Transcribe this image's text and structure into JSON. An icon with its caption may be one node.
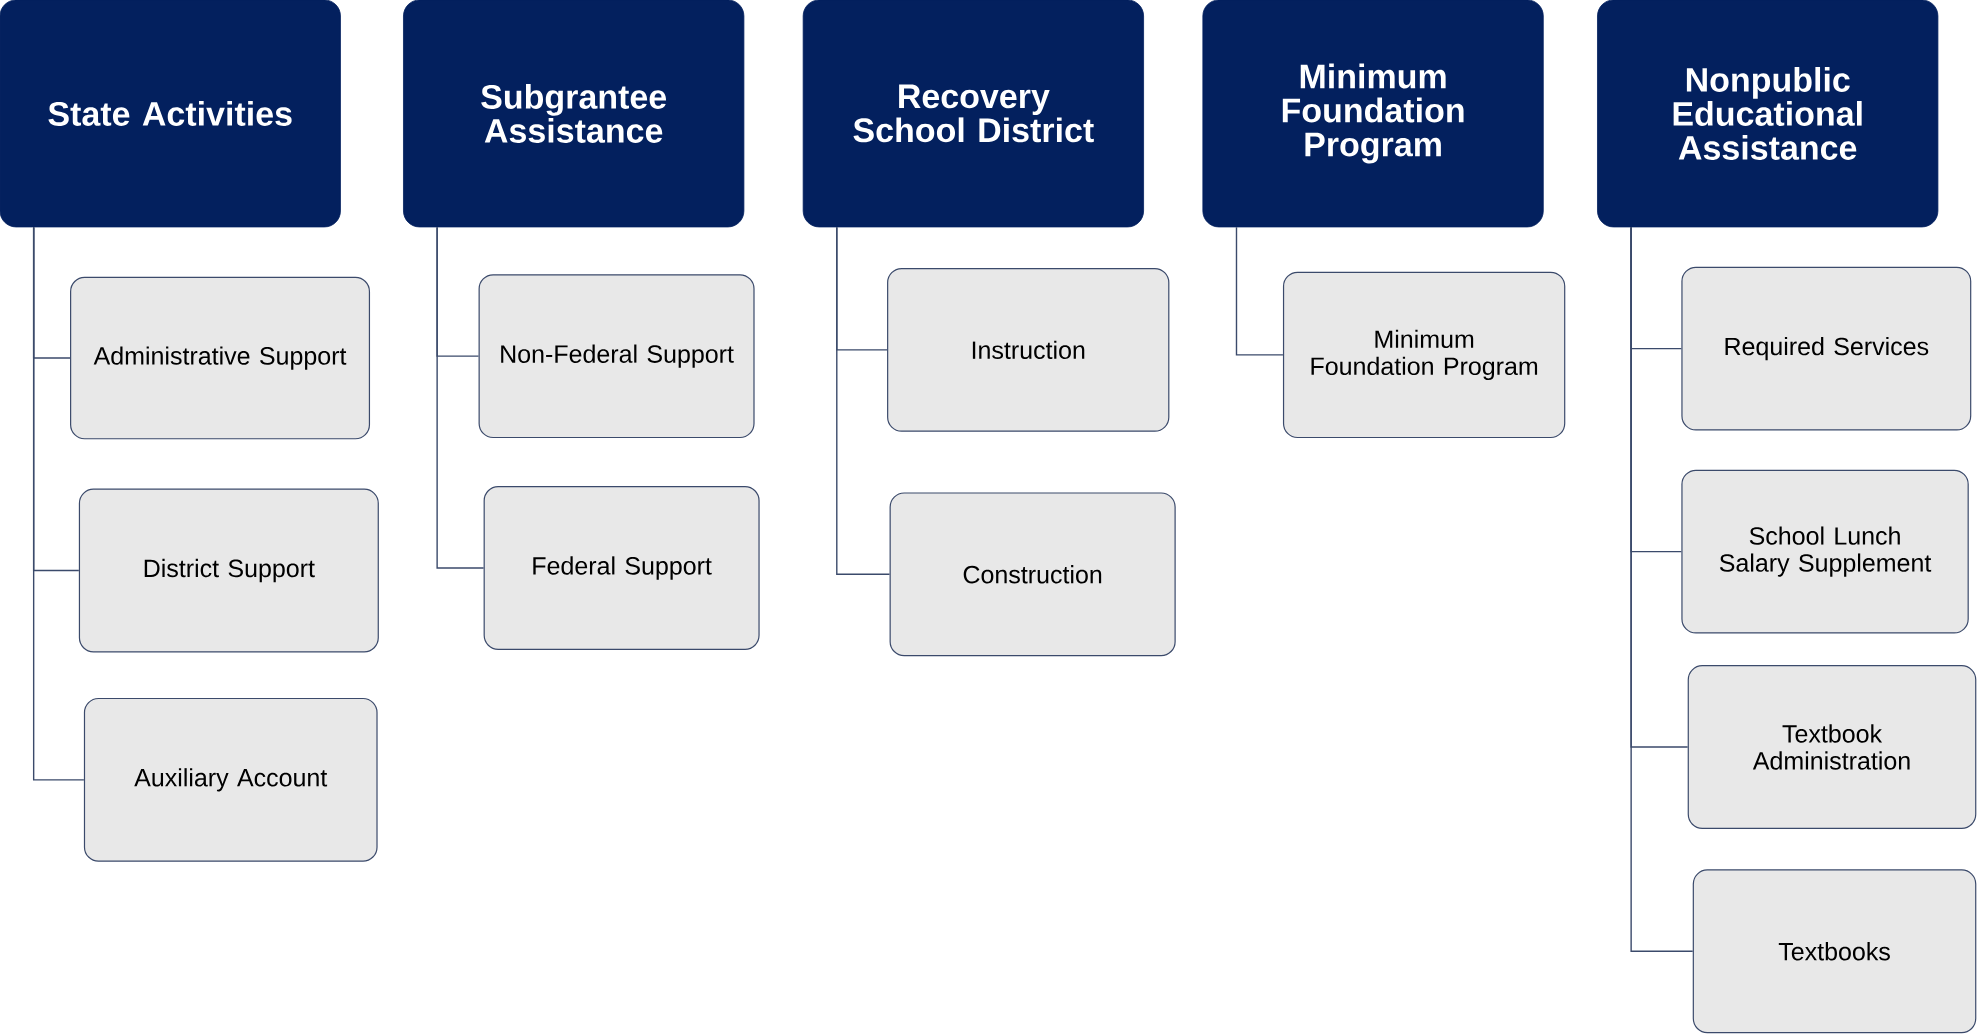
{
  "diagram": {
    "nodes": [
      {
        "text": [
          "State Activities"
        ]
      },
      {
        "text": [
          "Subgrantee Assistance"
        ]
      },
      {
        "text": [
          "Recovery School District"
        ]
      },
      {
        "text": [
          "Minimum Foundation Program"
        ]
      },
      {
        "text": [
          "Nonpublic Educational Assistance"
        ]
      },
      {
        "text": [
          "Administrative Support"
        ]
      },
      {
        "text": [
          "District Support"
        ]
      },
      {
        "text": [
          "Auxiliary Account"
        ]
      },
      {
        "text": [
          "Non-Federal Support"
        ]
      },
      {
        "text": [
          "Federal Support"
        ]
      },
      {
        "text": [
          "Instruction"
        ]
      },
      {
        "text": [
          "Construction"
        ]
      },
      {
        "text": [
          "Minimum Foundation Program"
        ]
      },
      {
        "text": [
          "Required Services"
        ]
      },
      {
        "text": [
          "School Lunch Salary Supplement"
        ]
      },
      {
        "text": [
          "Textbook Administration"
        ]
      },
      {
        "text": [
          "Textbooks"
        ]
      }
    ],
    "edges": [
      {
        "from": 0,
        "to": 5,
        "arrow": "none"
      },
      {
        "from": 0,
        "to": 6,
        "arrow": "none"
      },
      {
        "from": 0,
        "to": 7,
        "arrow": "none"
      },
      {
        "from": 1,
        "to": 8,
        "arrow": "none"
      },
      {
        "from": 1,
        "to": 9,
        "arrow": "none"
      },
      {
        "from": 2,
        "to": 10,
        "arrow": "none"
      },
      {
        "from": 2,
        "to": 11,
        "arrow": "none"
      },
      {
        "from": 3,
        "to": 12,
        "arrow": "none"
      },
      {
        "from": 4,
        "to": 13,
        "arrow": "none"
      },
      {
        "from": 4,
        "to": 14,
        "arrow": "none"
      },
      {
        "from": 4,
        "to": 15,
        "arrow": "none"
      },
      {
        "from": 4,
        "to": 16,
        "arrow": "none"
      }
    ]
  }
}
